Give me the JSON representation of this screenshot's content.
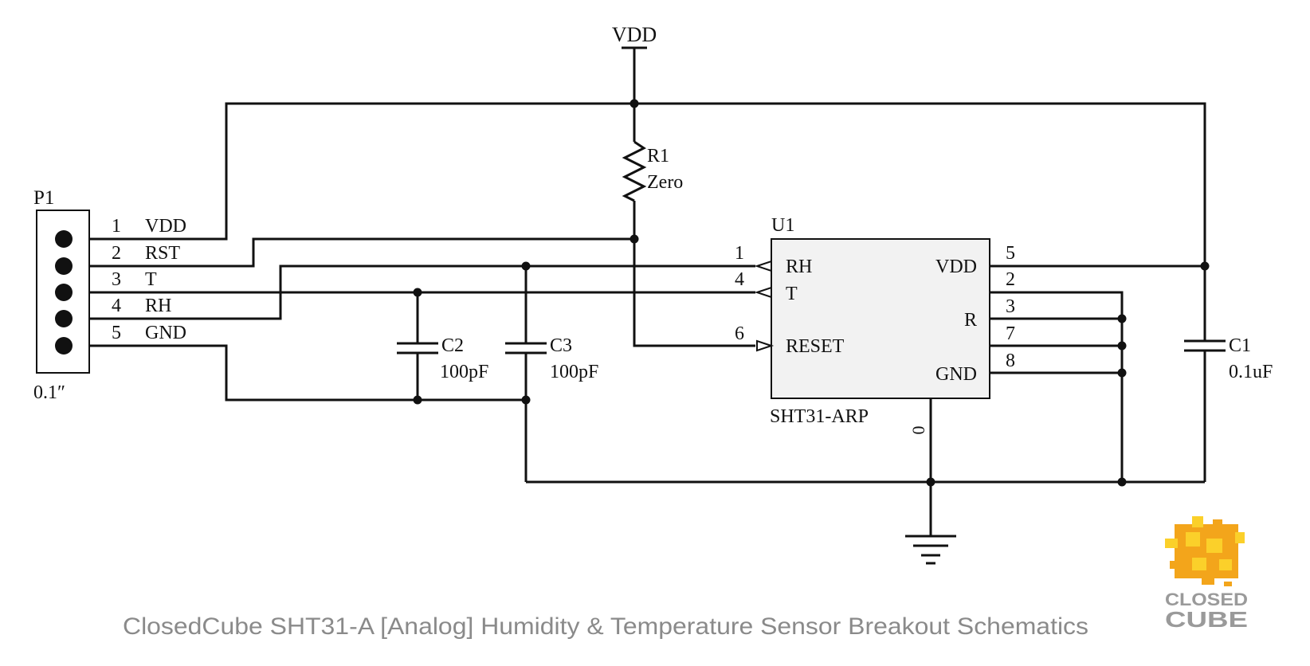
{
  "supply_label": "VDD",
  "connector": {
    "ref": "P1",
    "pitch_label": "0.1″",
    "pins": [
      {
        "num": "1",
        "name": "VDD"
      },
      {
        "num": "2",
        "name": "RST"
      },
      {
        "num": "3",
        "name": "T"
      },
      {
        "num": "4",
        "name": "RH"
      },
      {
        "num": "5",
        "name": "GND"
      }
    ]
  },
  "resistor": {
    "ref": "R1",
    "value": "Zero"
  },
  "capacitors": [
    {
      "ref": "C2",
      "value": "100pF"
    },
    {
      "ref": "C3",
      "value": "100pF"
    },
    {
      "ref": "C1",
      "value": "0.1uF"
    }
  ],
  "ic": {
    "ref": "U1",
    "part": "SHT31-ARP",
    "left_pins": [
      {
        "num": "1",
        "name": "RH"
      },
      {
        "num": "4",
        "name": "T"
      },
      {
        "num": "6",
        "name": "RESET"
      }
    ],
    "right_pins": [
      {
        "num": "5",
        "name": "VDD"
      },
      {
        "num": "2",
        "name": ""
      },
      {
        "num": "3",
        "name": "R"
      },
      {
        "num": "7",
        "name": ""
      },
      {
        "num": "8",
        "name": "GND"
      }
    ],
    "bottom_pin": {
      "num": "0"
    }
  },
  "caption": "ClosedCube SHT31-A [Analog] Humidity & Temperature Sensor Breakout Schematics",
  "logo": {
    "line1": "CLOSED",
    "line2": "CUBE"
  },
  "colors": {
    "wire": "#111111",
    "ic_fill": "#f2f2f2",
    "caption": "#8a8a8a",
    "logo_orange": "#f3a51b",
    "logo_yellow": "#fbd02a",
    "logo_text": "#9a9a9a"
  }
}
